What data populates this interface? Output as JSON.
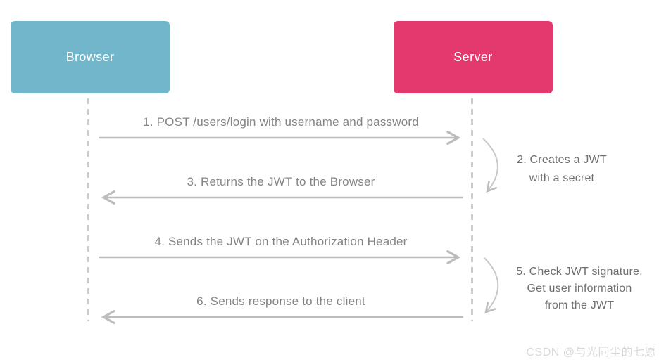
{
  "diagram": {
    "type": "sequence-diagram",
    "actors": [
      {
        "id": "browser",
        "label": "Browser",
        "color": "#72b6cb"
      },
      {
        "id": "server",
        "label": "Server",
        "color": "#e4396f"
      }
    ],
    "messages": [
      {
        "label": "1. POST /users/login with username and password",
        "from": "browser",
        "to": "server",
        "direction": "right"
      },
      {
        "label": "3. Returns the JWT to the Browser",
        "from": "server",
        "to": "browser",
        "direction": "left"
      },
      {
        "label": "4. Sends the JWT on the Authorization Header",
        "from": "browser",
        "to": "server",
        "direction": "right"
      },
      {
        "label": "6. Sends response to the client",
        "from": "server",
        "to": "browser",
        "direction": "left"
      }
    ],
    "notes": [
      {
        "attached_to": "server",
        "lines": [
          "2. Creates a JWT",
          "with a secret"
        ]
      },
      {
        "attached_to": "server",
        "lines": [
          "5. Check JWT signature.",
          "Get user information",
          "from the JWT"
        ]
      }
    ],
    "watermark": "CSDN @与光同尘的七愿",
    "colors": {
      "browser_box": "#72b6cb",
      "server_box": "#e4396f",
      "arrow": "#bdbdbd",
      "curve_arrow": "#c9c9c9",
      "lifeline": "#cccccc",
      "message_text": "#848484",
      "note_text": "#6f6f6f",
      "watermark_text": "#d8d8d8"
    }
  }
}
